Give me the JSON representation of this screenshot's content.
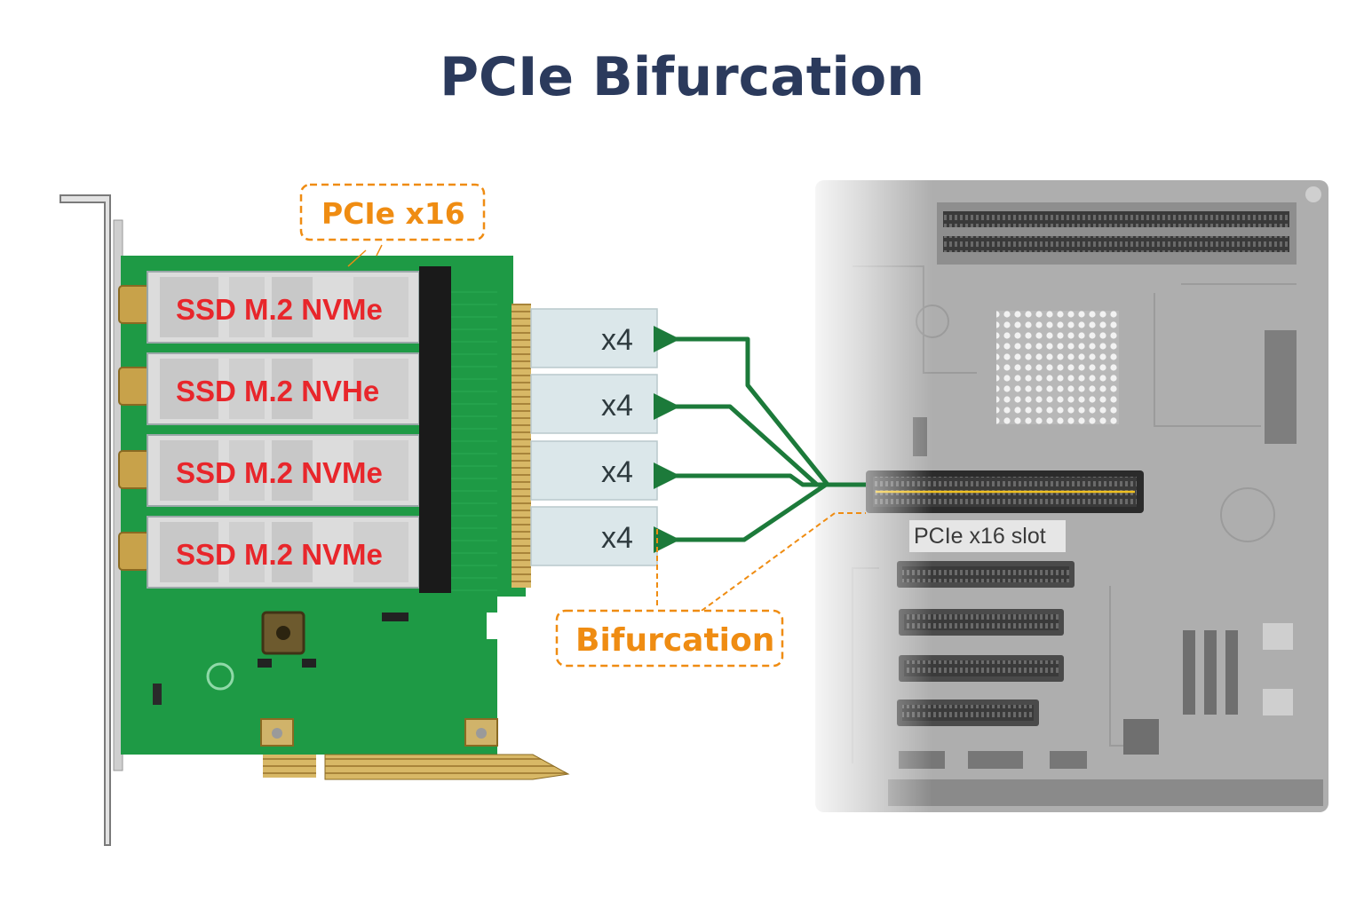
{
  "title": "PCIe Bifurcation",
  "labels": {
    "pcie_x16": "PCIe x16",
    "bifurcation": "Bifurcation",
    "slot": "PCIe x16 slot"
  },
  "ssd_slots": [
    {
      "label": "SSD M.2 NVMe"
    },
    {
      "label": "SSD M.2 NVHe"
    },
    {
      "label": "SSD M.2 NVMe"
    },
    {
      "label": "SSD M.2 NVMe"
    }
  ],
  "lanes": [
    {
      "label": "x4"
    },
    {
      "label": "x4"
    },
    {
      "label": "x4"
    },
    {
      "label": "x4"
    }
  ],
  "colors": {
    "title": "#2b3a5c",
    "accent_orange": "#ef8c12",
    "ssd_text": "#e8262b",
    "pcb_green": "#1e9a45",
    "arrow_green": "#1c7a3a",
    "gold": "#c9a54a",
    "motherboard_gray": "#a9a9a9"
  }
}
